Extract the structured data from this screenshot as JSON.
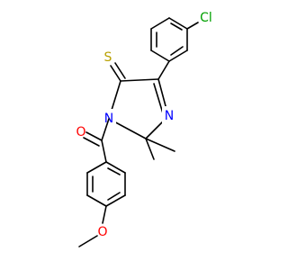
{
  "colors": {
    "background": "#ffffff",
    "bond": "#000000",
    "chlorine": "#00a000",
    "sulfur": "#b8a000",
    "nitrogen": "#0000ff",
    "oxygen": "#ff0000"
  },
  "atoms": {
    "cl": "Cl",
    "s": "S",
    "n_ring": "N",
    "n_amide": "N",
    "o_carbonyl": "O",
    "o_methoxy": "O"
  }
}
